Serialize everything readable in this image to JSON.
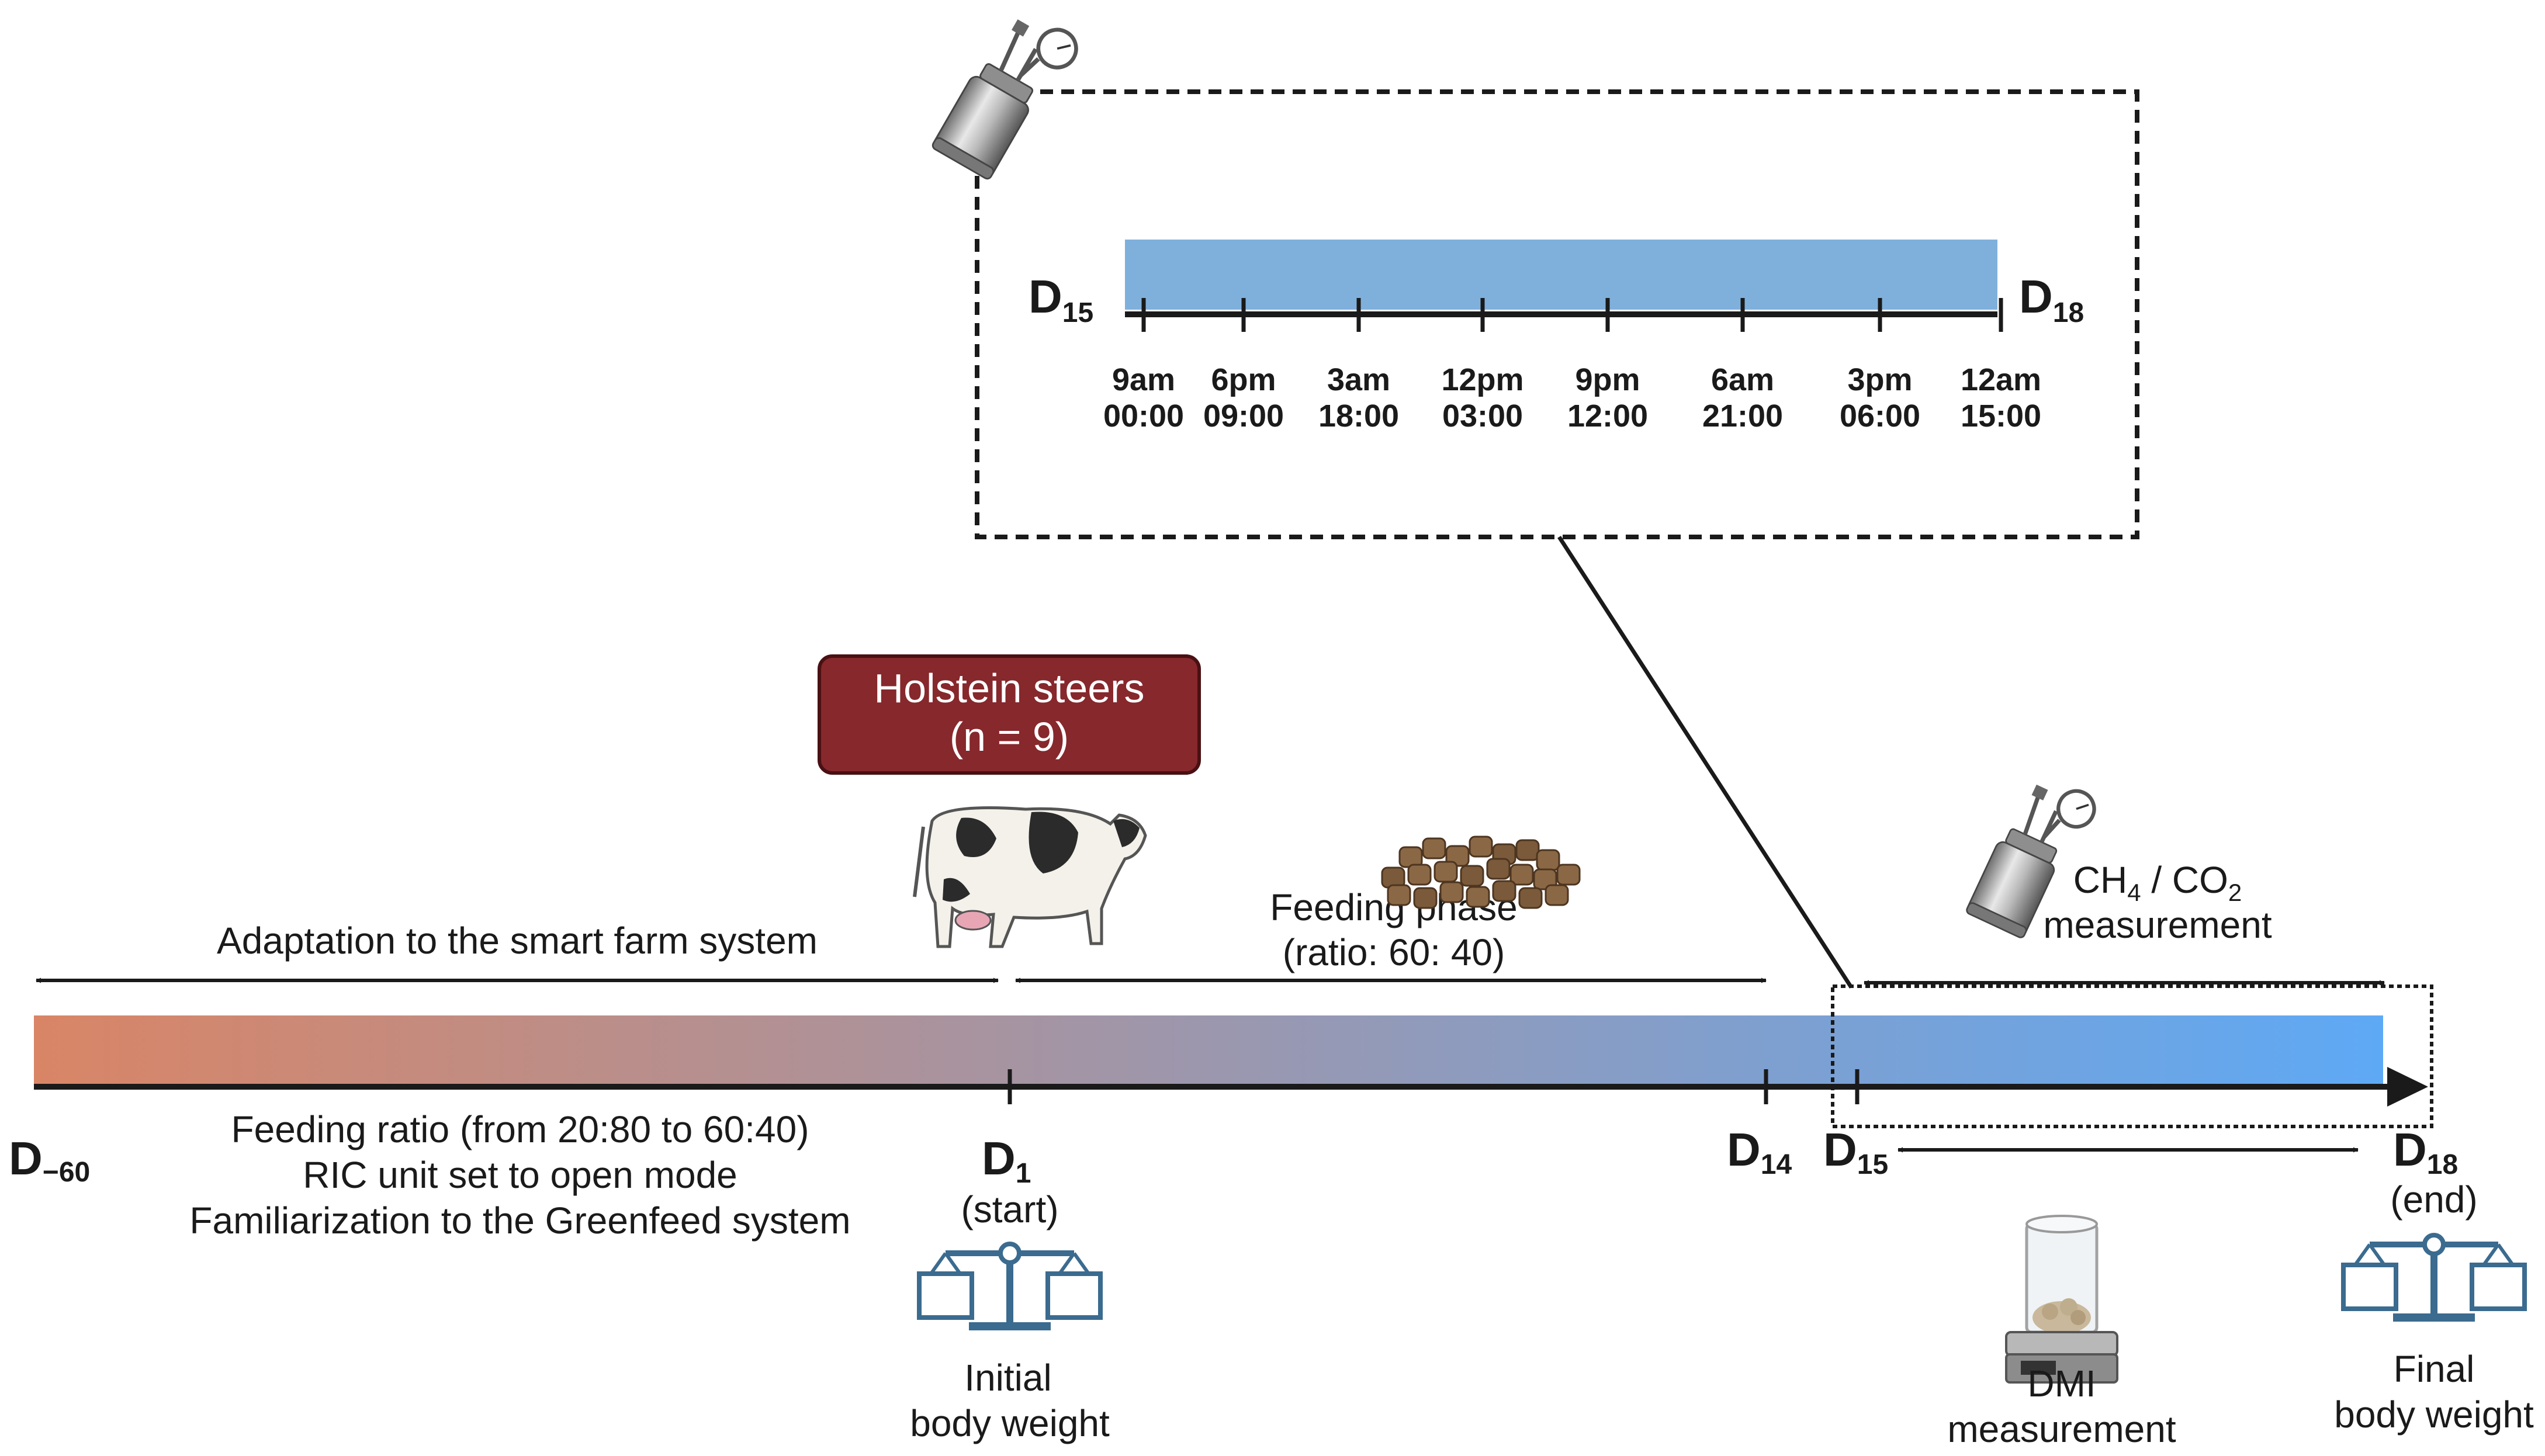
{
  "badge": {
    "line1": "Holstein steers",
    "line2": "(n = 9)",
    "color": "#86282c"
  },
  "timeline": {
    "gradient_start": "#d98566",
    "gradient_end": "#5ea9f5",
    "days": {
      "start": {
        "main": "D",
        "sub": "−60"
      },
      "d1": {
        "main": "D",
        "sub": "1",
        "note": "(start)"
      },
      "d14": {
        "main": "D",
        "sub": "14"
      },
      "d15": {
        "main": "D",
        "sub": "15"
      },
      "d18": {
        "main": "D",
        "sub": "18",
        "note": "(end)"
      }
    },
    "phases": {
      "adaptation": "Adaptation to the smart farm system",
      "feeding_line1": "Feeding phase",
      "feeding_line2": "(ratio: 60: 40)",
      "gas_line1_a": "CH",
      "gas_line1_a_sub": "4",
      "gas_line1_b": " / CO",
      "gas_line1_b_sub": "2",
      "gas_line2": "measurement"
    },
    "adaptation_notes": [
      "Feeding ratio (from  20:80 to 60:40)",
      "RIC unit set to open mode",
      "Familiarization to the Greenfeed system"
    ],
    "initial_weight": [
      "Initial",
      "body weight"
    ],
    "dmi": [
      "DMI",
      "measurement"
    ],
    "final_weight": [
      "Final",
      "body weight"
    ]
  },
  "zoom": {
    "left_day": {
      "main": "D",
      "sub": "15"
    },
    "right_day": {
      "main": "D",
      "sub": "18"
    },
    "bar_color": "#7fb0dc",
    "ticks": [
      {
        "top": "9am",
        "bottom": "00:00"
      },
      {
        "top": "6pm",
        "bottom": "09:00"
      },
      {
        "top": "3am",
        "bottom": "18:00"
      },
      {
        "top": "12pm",
        "bottom": "03:00"
      },
      {
        "top": "9pm",
        "bottom": "12:00"
      },
      {
        "top": "6am",
        "bottom": "21:00"
      },
      {
        "top": "3pm",
        "bottom": "06:00"
      },
      {
        "top": "12am",
        "bottom": "15:00"
      }
    ]
  },
  "icons": [
    "gas-canister-icon",
    "cow-icon",
    "feed-pellets-icon",
    "balance-scale-icon",
    "lab-scale-icon"
  ]
}
